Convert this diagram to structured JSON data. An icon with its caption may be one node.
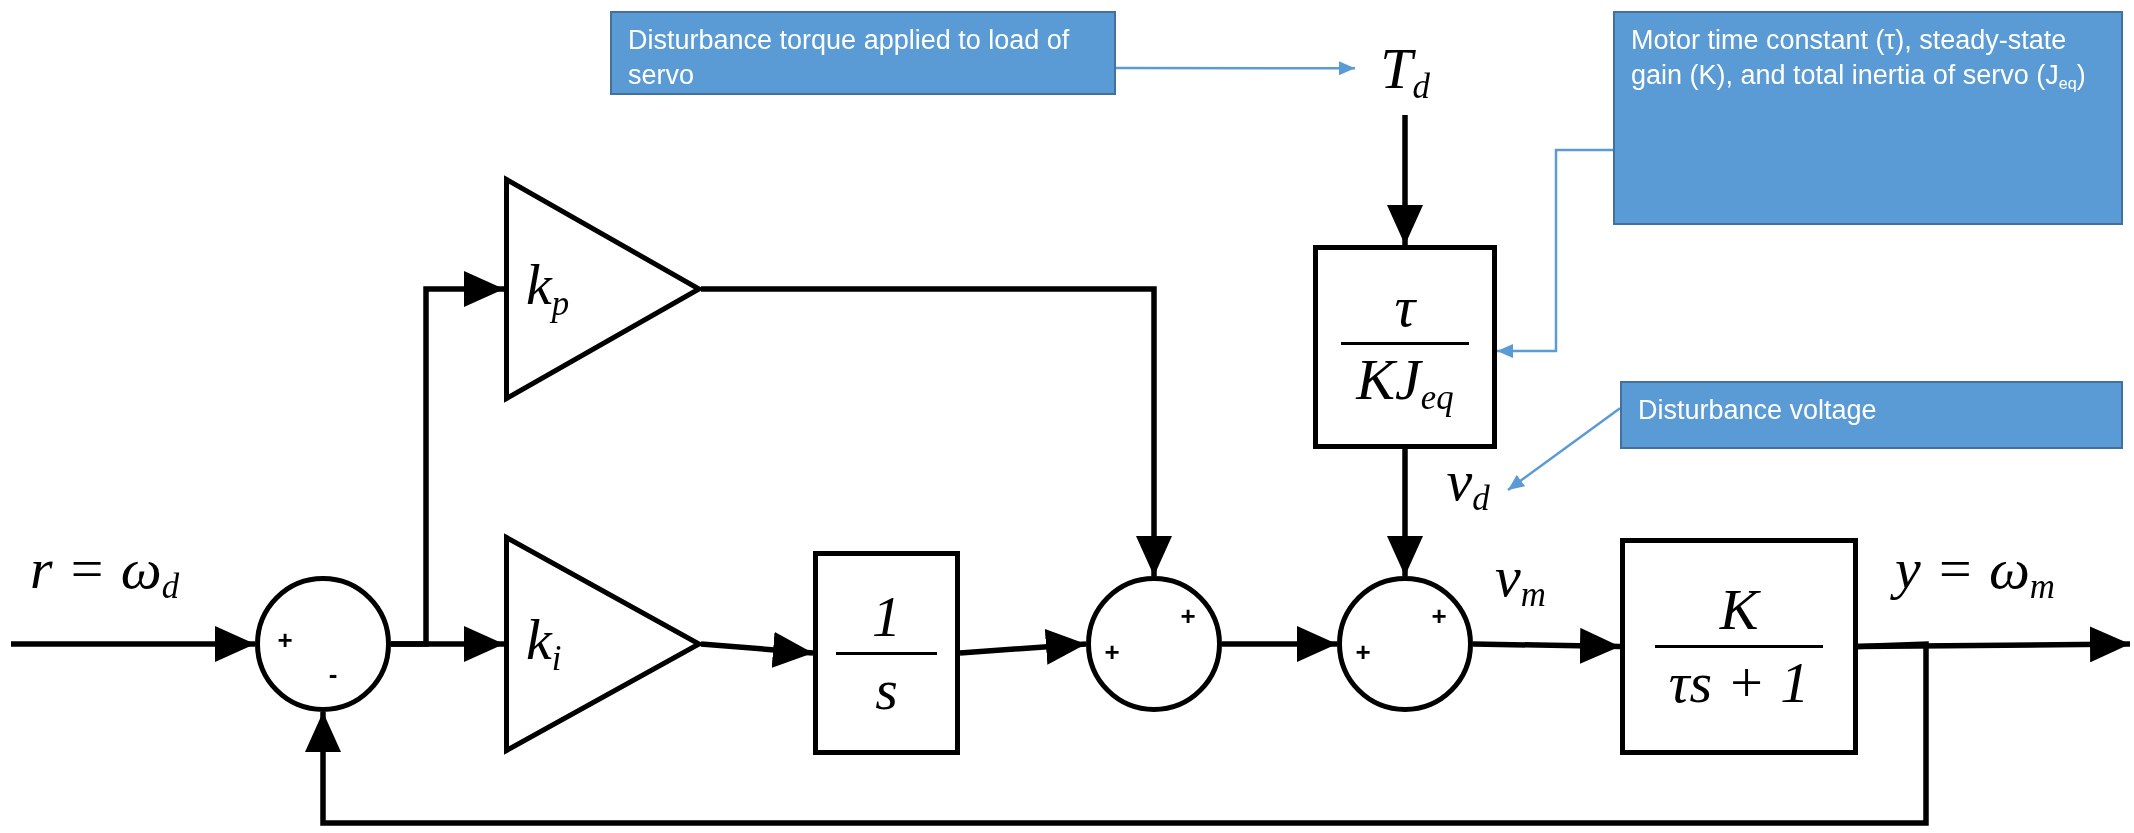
{
  "diagram": {
    "nodes": [
      {
        "text": [
          "Disturbance torque applied to load of servo"
        ]
      },
      {
        "text": [
          "T$_{d}$"
        ]
      },
      {
        "text": [
          "Motor time constant (τ), steady-state gain (K), and total inertia of servo (J$_{eq}$)"
        ]
      },
      {
        "text": [
          "τ",
          "KJ$_{eq}$"
        ]
      },
      {
        "text": [
          "Disturbance voltage"
        ]
      },
      {
        "text": [
          "v$_{d}$"
        ]
      },
      {
        "text": [
          "k$_{p}$"
        ]
      },
      {
        "text": [
          "+",
          "-"
        ]
      },
      {
        "text": [
          "k$_{i}$"
        ]
      },
      {
        "text": [
          "1",
          "s"
        ]
      },
      {
        "text": [
          "+",
          "+"
        ]
      },
      {
        "text": [
          "+",
          "+"
        ]
      },
      {
        "text": [
          "K",
          "τs + 1"
        ]
      }
    ],
    "edges": [
      {
        "from": null,
        "to": 7,
        "arrow": "to",
        "label": "r = ω$_{d}$"
      },
      {
        "from": 7,
        "to": 6,
        "arrow": "to"
      },
      {
        "from": 7,
        "to": 8,
        "arrow": "to"
      },
      {
        "from": 8,
        "to": 9,
        "arrow": "to"
      },
      {
        "from": 9,
        "to": 10,
        "arrow": "to"
      },
      {
        "from": 6,
        "to": 10,
        "arrow": "to"
      },
      {
        "from": 10,
        "to": 11,
        "arrow": "to"
      },
      {
        "from": 1,
        "to": 3,
        "arrow": "to"
      },
      {
        "from": 3,
        "to": 11,
        "arrow": "to"
      },
      {
        "from": 11,
        "to": 12,
        "arrow": "to",
        "label": "v$_{m}$"
      },
      {
        "from": 12,
        "to": null,
        "arrow": "to",
        "label": "y = ω$_{m}$"
      },
      {
        "from": 12,
        "to": 7,
        "arrow": "to"
      },
      {
        "from": 0,
        "to": 1,
        "arrow": "to",
        "color": "#5b9bd5"
      },
      {
        "from": 2,
        "to": 3,
        "arrow": "to",
        "color": "#5b9bd5"
      },
      {
        "from": 4,
        "to": 5,
        "arrow": "to",
        "color": "#5b9bd5"
      }
    ]
  }
}
